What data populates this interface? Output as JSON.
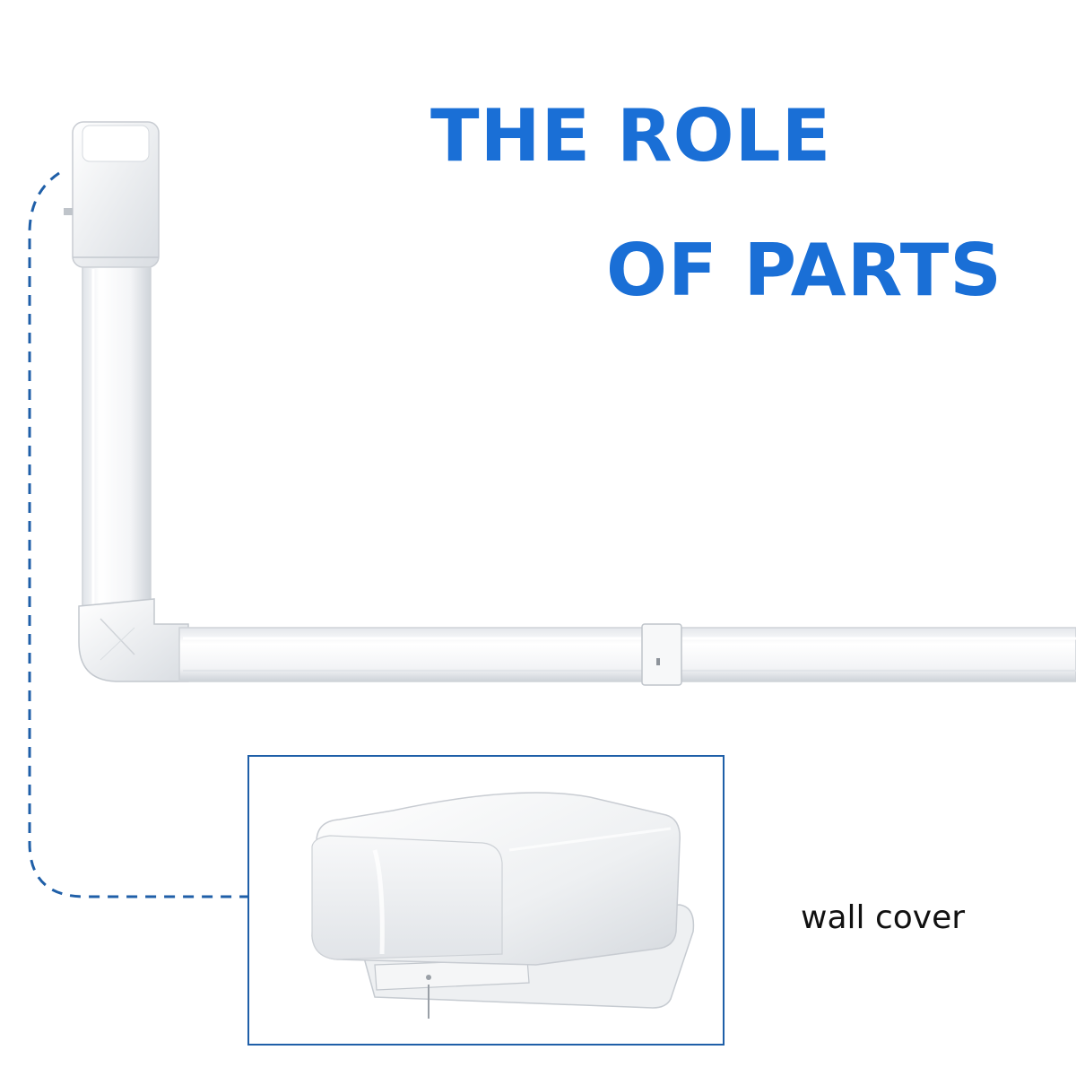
{
  "title": {
    "line1": "THE ROLE",
    "line2": "OF PARTS"
  },
  "callout": {
    "part_label": "wall cover"
  },
  "colors": {
    "title": "#1a6fd6",
    "callout_line": "#1f5fa8",
    "duct": "#f3f4f6"
  },
  "icons": [
    "wall-cover-illustration",
    "duct-line-illustration"
  ]
}
